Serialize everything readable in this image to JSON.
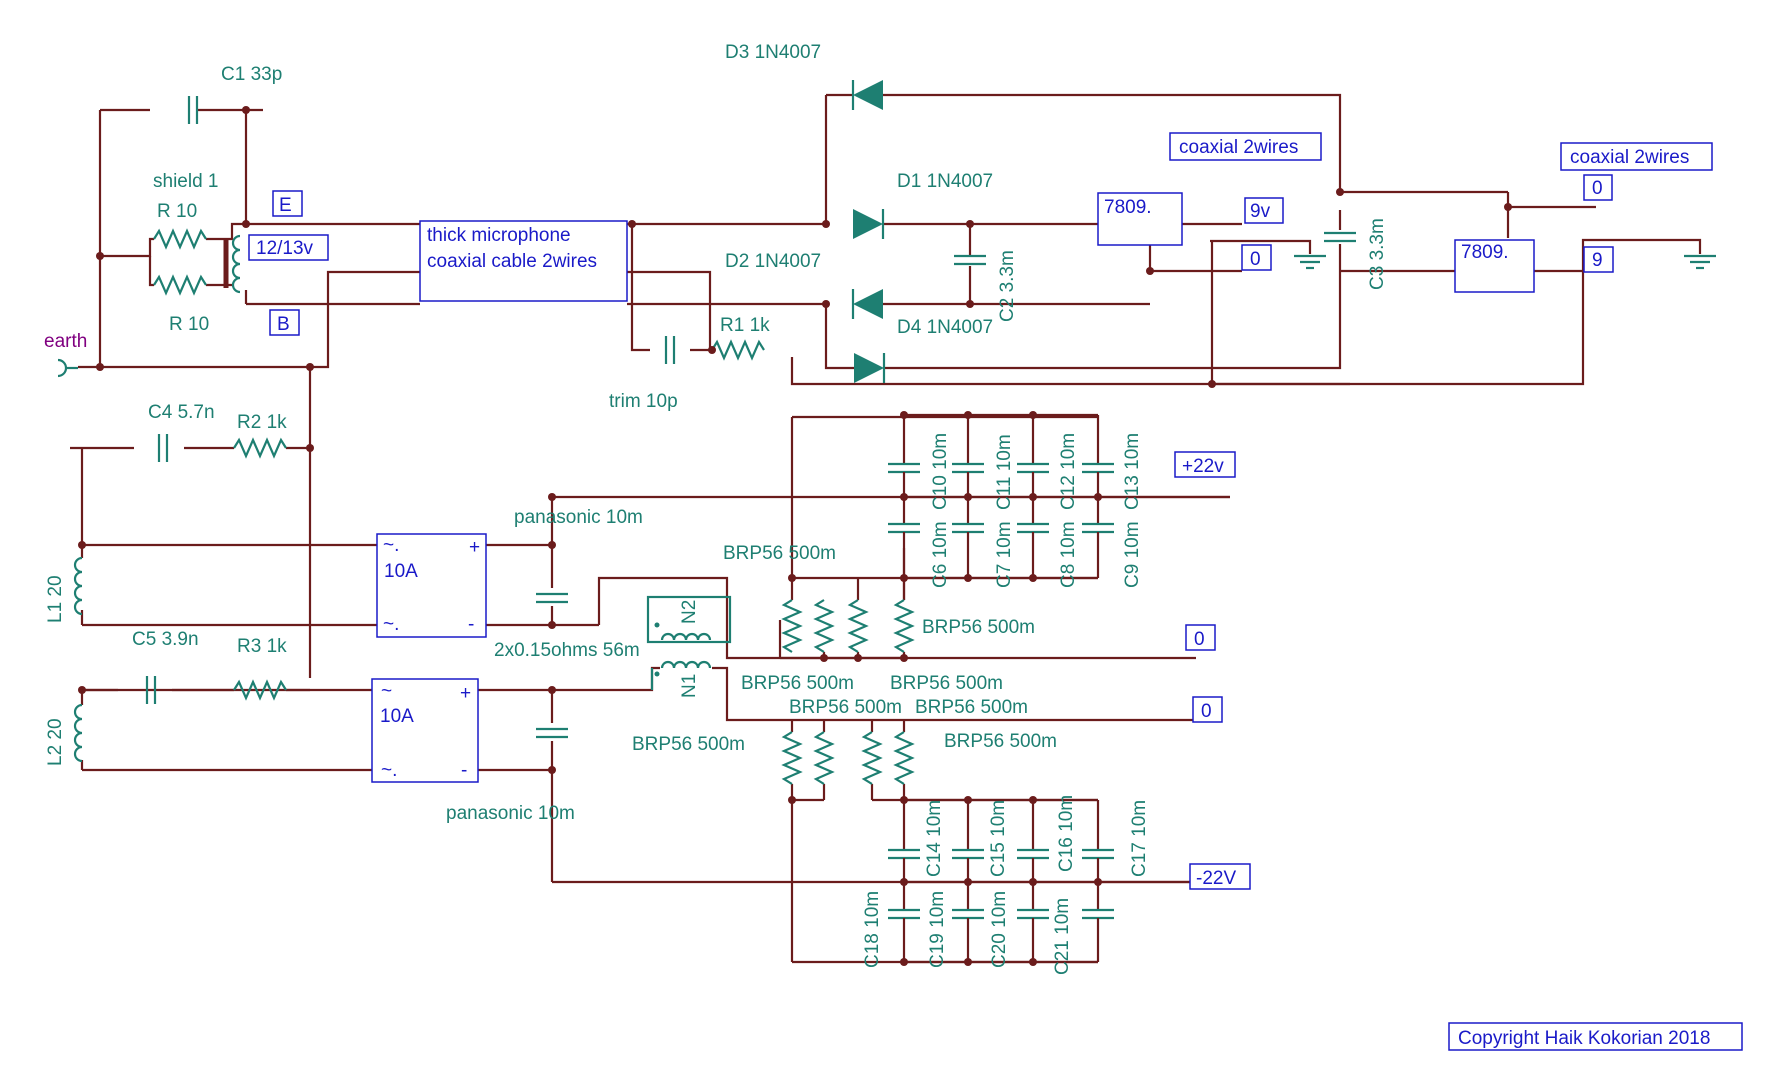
{
  "colors": {
    "wire": "#6b1c1c",
    "component": "#1e7f72",
    "label_box": "#1a1ac8",
    "earth_label": "#800080",
    "background": "#ffffff"
  },
  "labels": {
    "c1": "C1 33p",
    "shield": "shield 1",
    "r10_top": "R 10",
    "r10_bottom": "R 10",
    "earth": "earth",
    "trim": "trim  10p",
    "r1": "R1 1k",
    "d3": "D3 1N4007",
    "d1": "D1 1N4007",
    "d2": "D2 1N4007",
    "d4": "D4 1N4007",
    "c2": "C2 3.3m",
    "c3": "C3 3.3m",
    "c4": "C4 5.7n",
    "r2": "R2 1k",
    "c5": "C5 3.9n",
    "r3": "R3 1k",
    "l1": "L1 20",
    "l2": "L2 20",
    "panasonic_top": "panasonic 10m",
    "panasonic_bottom": "panasonic 10m",
    "shunt": "2x0.15ohms 56m",
    "n1": "N1",
    "n2": "N2",
    "brp_top_left": "BRP56 500m",
    "brp_top_right": "BRP56 500m",
    "brp_mid_left": "BRP56 500m",
    "brp_mid_right": "BRP56 500m",
    "brp_row_left": "BRP56 500m",
    "brp_row_right": "BRP56 500m",
    "brp_low_left": "BRP56 500m",
    "brp_low_right": "BRP56 500m",
    "c10": "C10 10m",
    "c11": "C11 10m",
    "c12": "C12 10m",
    "c13": "C13 10m",
    "c6": "C6 10m",
    "c7": "C7 10m",
    "c8": "C8 10m",
    "c9": "C9 10m",
    "c14": "C14 10m",
    "c15": "C15 10m",
    "c16": "C16 10m",
    "c17": "C17 10m",
    "c18": "C18 10m",
    "c19": "C19 10m",
    "c20": "C20 10m",
    "c21": "C21 10m",
    "rect_top": "10A",
    "rect_bottom": "10A",
    "ac": "~.",
    "ac_plain": "~",
    "plus": "+",
    "minus": "-"
  },
  "boxes": {
    "e": "E",
    "b": "B",
    "transformer": "12/13v",
    "cable_line1": "thick microphone",
    "cable_line2": "coaxial cable 2wires",
    "coax1": "coaxial 2wires",
    "coax2": "coaxial 2wires",
    "reg1": "7809.",
    "reg2": "7809.",
    "out_9v": "9v",
    "out_0_a": "0",
    "out_0_b": "0",
    "out_9": "9",
    "plus22": "+22v",
    "zero_mid": "0",
    "zero_low": "0",
    "minus22": "-22V",
    "copyright": "Copyright Haik Kokorian 2018"
  }
}
